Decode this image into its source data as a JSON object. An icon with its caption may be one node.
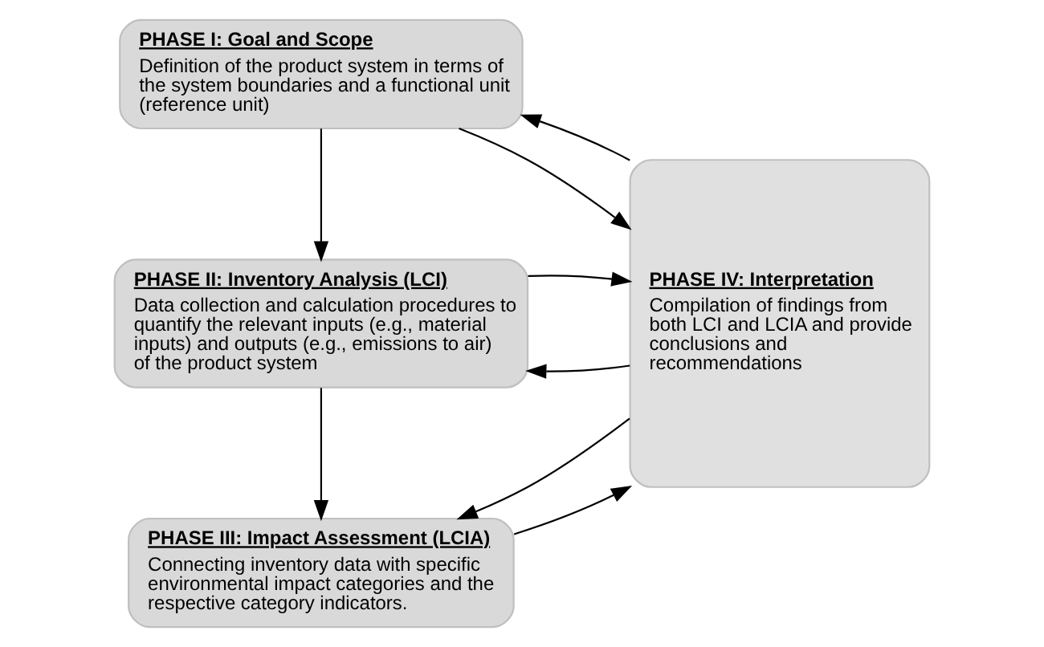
{
  "diagram": {
    "nodes": [
      {
        "text": [
          "PHASE I: Goal and Scope",
          "Definition of the product system in terms of the system boundaries and a functional unit (reference unit)"
        ]
      },
      {
        "text": [
          "PHASE II: Inventory Analysis (LCI)",
          "Data collection and calculation procedures to quantify the relevant inputs (e.g., material inputs) and outputs (e.g., emissions to air) of the product system"
        ]
      },
      {
        "text": [
          "PHASE III: Impact Assessment (LCIA)",
          "Connecting inventory data with specific environmental impact categories and the respective category indicators."
        ]
      },
      {
        "text": [
          "PHASE IV: Interpretation",
          "Compilation of findings from both LCI and LCIA and provide conclusions and recommendations"
        ]
      }
    ],
    "edges": [
      {
        "from": 0,
        "to": 1,
        "arrow": "to"
      },
      {
        "from": 1,
        "to": 2,
        "arrow": "to"
      },
      {
        "from": 3,
        "to": 0,
        "arrow": "to"
      },
      {
        "from": 0,
        "to": 3,
        "arrow": "to"
      },
      {
        "from": 3,
        "to": 1,
        "arrow": "to"
      },
      {
        "from": 1,
        "to": 3,
        "arrow": "to"
      },
      {
        "from": 3,
        "to": 2,
        "arrow": "to"
      },
      {
        "from": 2,
        "to": 3,
        "arrow": "to"
      }
    ]
  }
}
